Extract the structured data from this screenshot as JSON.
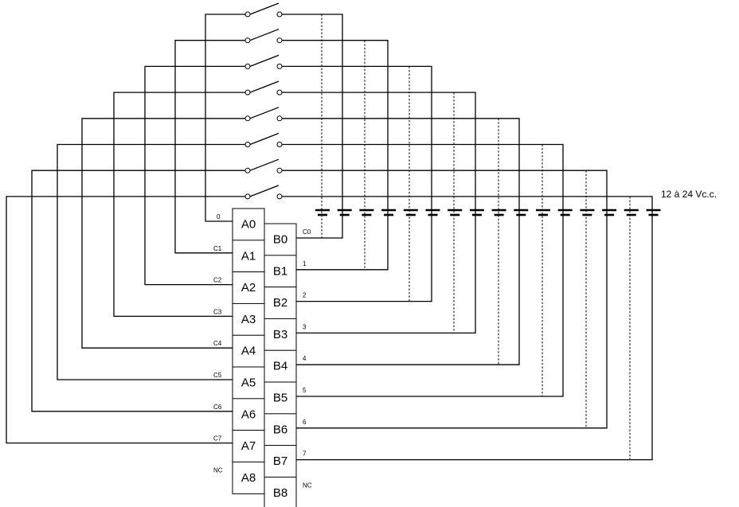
{
  "terminals_a": [
    "A0",
    "A1",
    "A2",
    "A3",
    "A4",
    "A5",
    "A6",
    "A7",
    "A8"
  ],
  "terminals_b": [
    "B0",
    "B1",
    "B2",
    "B3",
    "B4",
    "B5",
    "B6",
    "B7",
    "B8"
  ],
  "a_labels": [
    "0",
    "C1",
    "C2",
    "C3",
    "C4",
    "C5",
    "C6",
    "C7",
    "NC"
  ],
  "b_labels": [
    "C0",
    "1",
    "2",
    "3",
    "4",
    "5",
    "6",
    "7",
    "NC"
  ],
  "supply_label": "12 à 24 Vc.c.",
  "switch_count": 8,
  "battery_cells": 16
}
